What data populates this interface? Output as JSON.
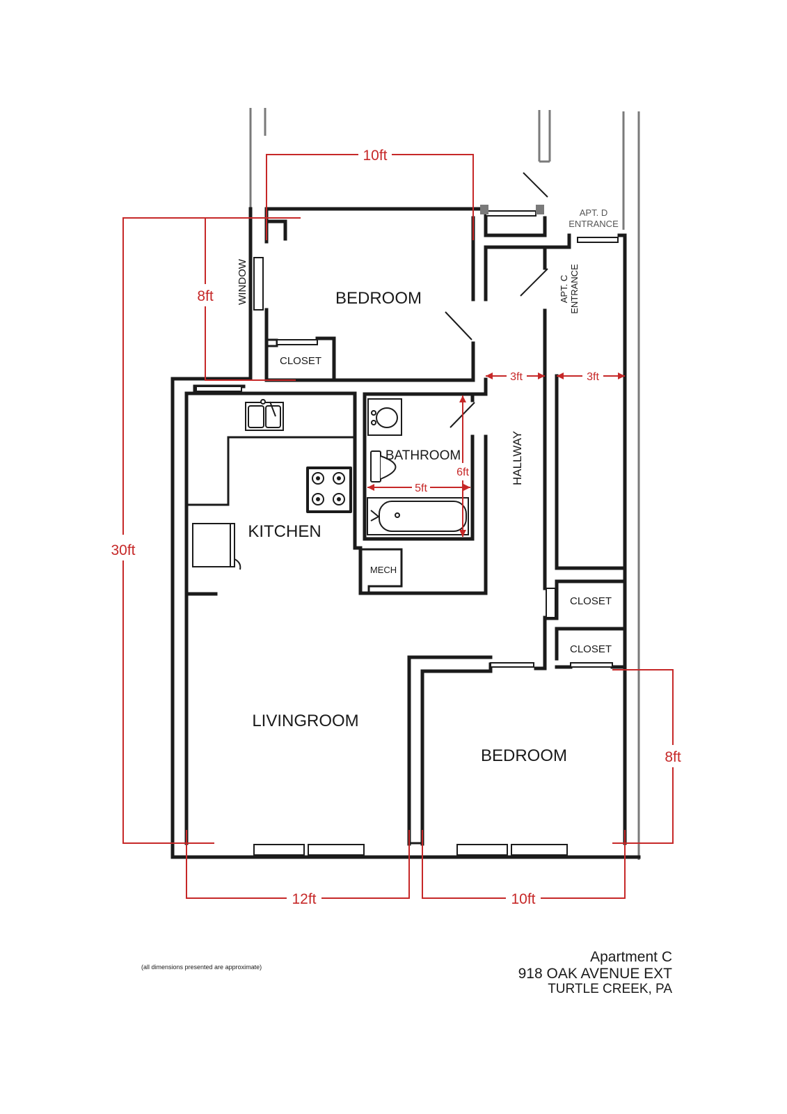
{
  "rooms": {
    "bedroom_top": "BEDROOM",
    "closet_top": "CLOSET",
    "window": "WINDOW",
    "bathroom": "BATHROOM",
    "kitchen": "KITCHEN",
    "mech": "MECH",
    "hallway": "HALLWAY",
    "closet_right_1": "CLOSET",
    "closet_right_2": "CLOSET",
    "livingroom": "LIVINGROOM",
    "bedroom_bottom": "BEDROOM"
  },
  "entrances": {
    "apt_d_line1": "APT. D",
    "apt_d_line2": "ENTRANCE",
    "apt_c_line1": "APT. C",
    "apt_c_line2": "ENTRANCE"
  },
  "dimensions": {
    "top_bedroom_width": "10ft",
    "top_bedroom_depth": "8ft",
    "overall_length": "30ft",
    "hallway_width": "3ft",
    "side_corridor_width": "3ft",
    "bathroom_depth": "6ft",
    "bathroom_width": "5ft",
    "livingroom_width": "12ft",
    "bottom_bedroom_width": "10ft",
    "bottom_bedroom_depth": "8ft"
  },
  "footer": {
    "note": "(all dimensions presented are approximate)",
    "apartment": "Apartment C",
    "address": "918 OAK AVENUE EXT",
    "city": "TURTLE CREEK, PA"
  },
  "colors": {
    "wall": "#1b1b1b",
    "dimension": "#c62828",
    "exterior": "#7a7a7a"
  }
}
